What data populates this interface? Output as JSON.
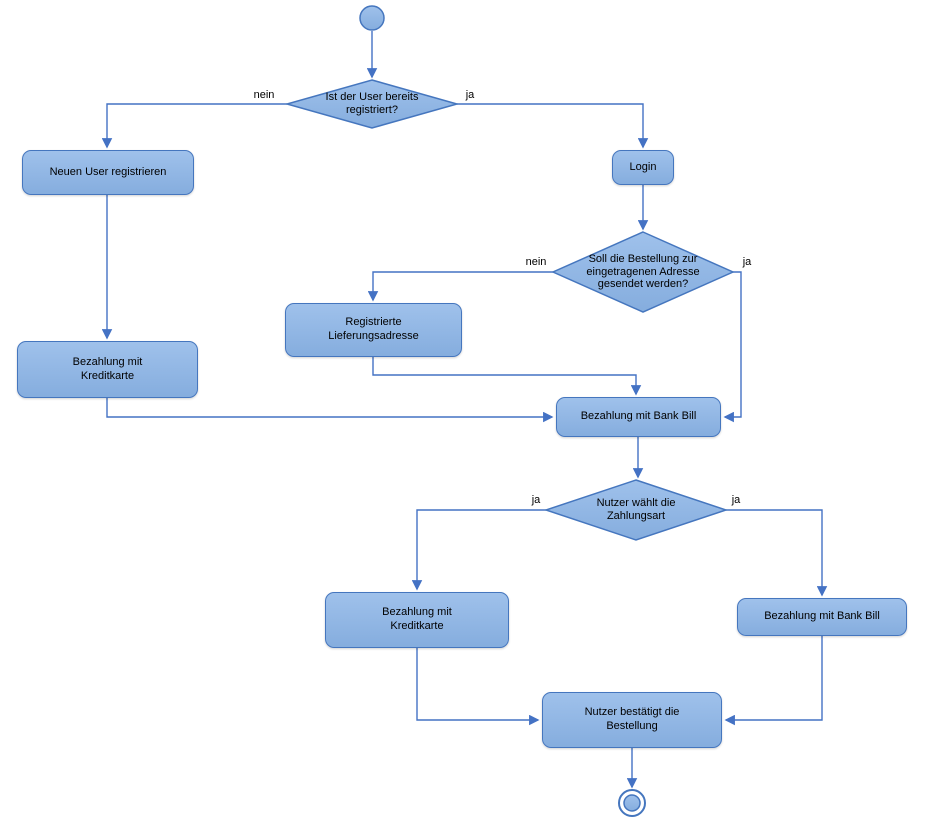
{
  "diagram": {
    "type": "flowchart",
    "language": "de",
    "nodes": {
      "decision_registered": {
        "label": "Ist der User bereits registriert?"
      },
      "register_user": {
        "label": "Neuen User registrieren"
      },
      "login": {
        "label": "Login"
      },
      "decision_address": {
        "label": "Soll die Bestellung zur eingetragenen Adresse gesendet werden?"
      },
      "registered_address": {
        "label": "Registrierte Lieferungsadresse"
      },
      "payment_credit_left": {
        "label": "Bezahlung mit Kreditkarte"
      },
      "payment_bankbill_center": {
        "label": "Bezahlung mit Bank Bill"
      },
      "decision_payment": {
        "label": "Nutzer wählt die Zahlungsart"
      },
      "payment_credit_bottom": {
        "label": "Bezahlung mit Kreditkarte"
      },
      "payment_bankbill_right": {
        "label": "Bezahlung mit Bank Bill"
      },
      "confirm_order": {
        "label": "Nutzer bestätigt die Bestellung"
      }
    },
    "edge_labels": {
      "registered_no": "nein",
      "registered_yes": "ja",
      "address_no": "nein",
      "address_yes": "ja",
      "payment_left": "ja",
      "payment_right": "ja"
    },
    "colors": {
      "node_fill": "#8DB4E2",
      "node_border": "#4576BE",
      "edge": "#4472C4",
      "text": "#000000",
      "background": "#FFFFFF"
    }
  }
}
